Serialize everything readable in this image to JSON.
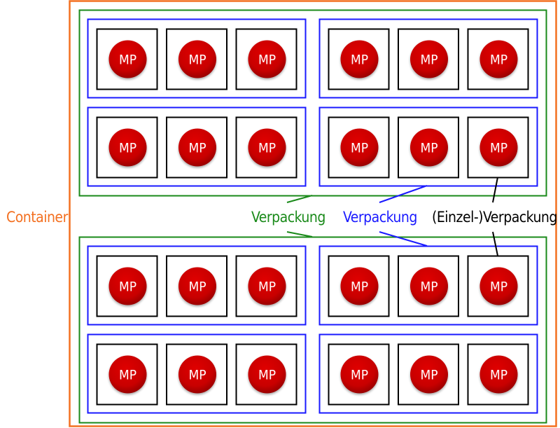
{
  "labels": {
    "container": "Container",
    "outer_packaging": "Verpackung",
    "inner_packaging": "Verpackung",
    "single_packaging": "(Einzel-)Verpackung"
  },
  "item_label": "MP",
  "colors": {
    "container": "#f37021",
    "outer_packaging": "#1a8a1a",
    "inner_packaging": "#1a1aff",
    "single_packaging": "#000000",
    "item": "#cc0000"
  }
}
